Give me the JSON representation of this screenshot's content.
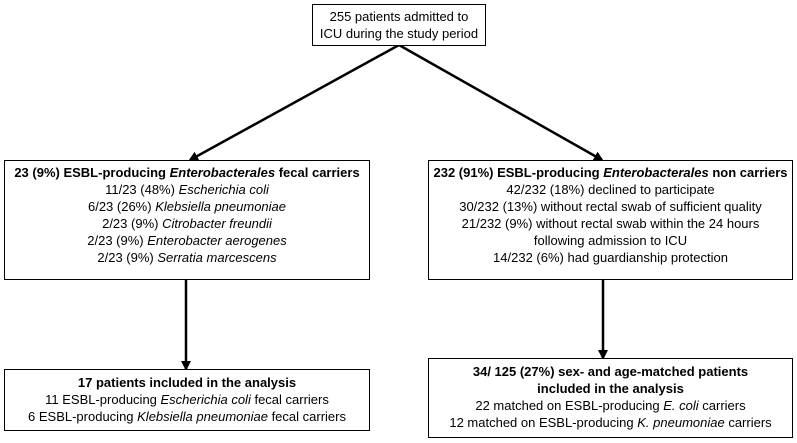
{
  "top": {
    "line1": "255 patients admitted to",
    "line2": "ICU during the study period"
  },
  "left": {
    "header": {
      "a": "23 (9%) ESBL-producing ",
      "b": "Enterobacterales",
      "c": " fecal carriers"
    },
    "items": [
      {
        "count": "11/23 (48%) ",
        "species": "Escherichia coli"
      },
      {
        "count": "6/23 (26%) ",
        "species": "Klebsiella pneumoniae"
      },
      {
        "count": "2/23 (9%) ",
        "species": "Citrobacter freundii"
      },
      {
        "count": "2/23 (9%) ",
        "species": "Enterobacter aerogenes"
      },
      {
        "count": "2/23 (9%) ",
        "species": "Serratia marcescens"
      }
    ]
  },
  "right": {
    "header": {
      "a": "232 (91%) ESBL-producing ",
      "b": "Enterobacterales",
      "c": " non carriers"
    },
    "items": [
      "42/232 (18%) declined to participate",
      "30/232 (13%) without rectal swab of sufficient quality",
      "21/232 (9%) without rectal swab within the 24 hours",
      "following admission to ICU",
      "14/232 (6%) had guardianship protection"
    ]
  },
  "bottom_left": {
    "header": "17 patients included in the analysis",
    "line1": {
      "a": "11 ESBL-producing ",
      "b": "Escherichia coli",
      "c": " fecal carriers"
    },
    "line2": {
      "a": "6 ESBL-producing ",
      "b": "Klebsiella pneumoniae",
      "c": " fecal carriers"
    }
  },
  "bottom_right": {
    "header1": "34/ 125 (27%) sex- and age-matched patients",
    "header2": "included in the analysis",
    "line1": {
      "a": "22 matched on ESBL-producing ",
      "b": "E. coli",
      "c": " carriers"
    },
    "line2": {
      "a": "12 matched on ESBL-producing ",
      "b": "K. pneumoniae",
      "c": " carriers"
    }
  }
}
